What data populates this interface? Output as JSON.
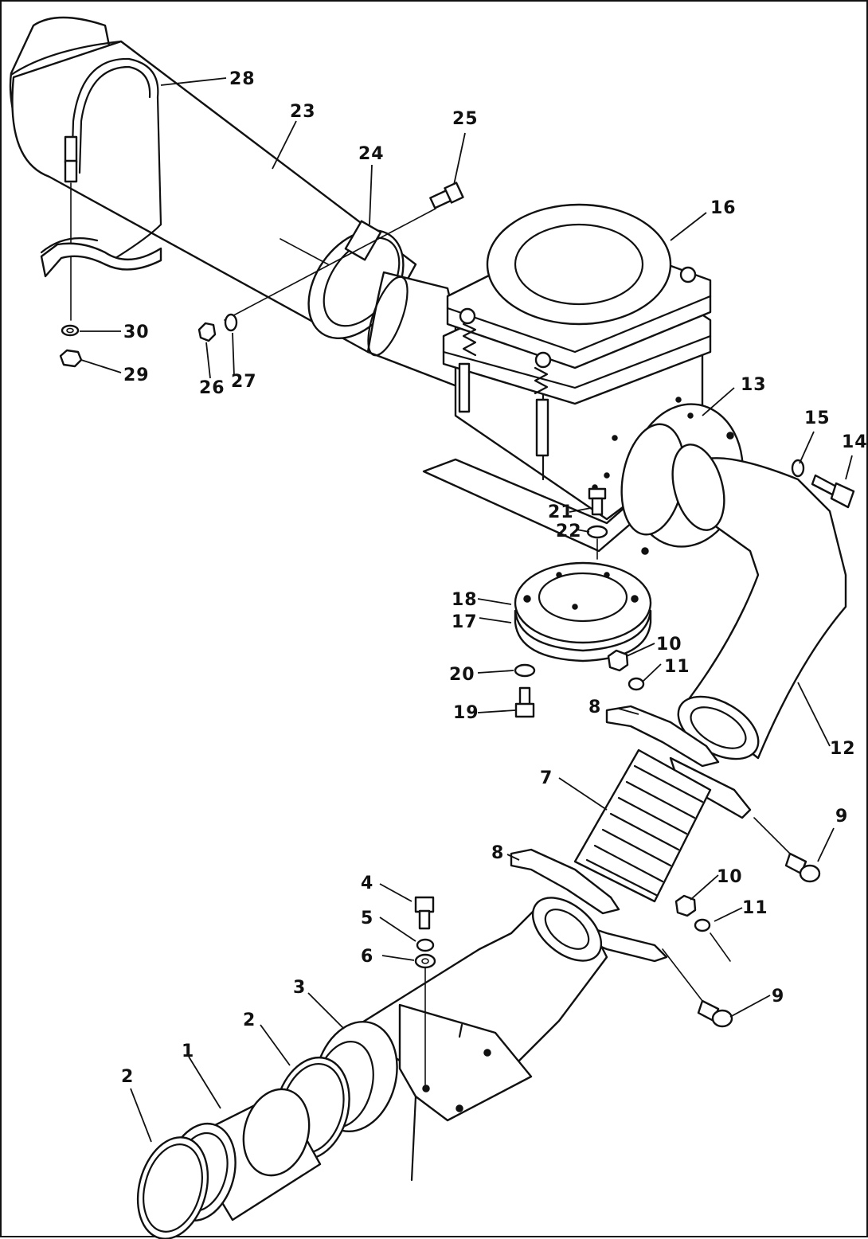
{
  "diagram": {
    "callouts": [
      {
        "id": "c1",
        "text": "1"
      },
      {
        "id": "c2a",
        "text": "2"
      },
      {
        "id": "c2b",
        "text": "2"
      },
      {
        "id": "c3",
        "text": "3"
      },
      {
        "id": "c4",
        "text": "4"
      },
      {
        "id": "c5",
        "text": "5"
      },
      {
        "id": "c6",
        "text": "6"
      },
      {
        "id": "c7",
        "text": "7"
      },
      {
        "id": "c8a",
        "text": "8"
      },
      {
        "id": "c8b",
        "text": "8"
      },
      {
        "id": "c9a",
        "text": "9"
      },
      {
        "id": "c9b",
        "text": "9"
      },
      {
        "id": "c10a",
        "text": "10"
      },
      {
        "id": "c10b",
        "text": "10"
      },
      {
        "id": "c11a",
        "text": "11"
      },
      {
        "id": "c11b",
        "text": "11"
      },
      {
        "id": "c12",
        "text": "12"
      },
      {
        "id": "c13",
        "text": "13"
      },
      {
        "id": "c14",
        "text": "14"
      },
      {
        "id": "c15",
        "text": "15"
      },
      {
        "id": "c16",
        "text": "16"
      },
      {
        "id": "c17",
        "text": "17"
      },
      {
        "id": "c18",
        "text": "18"
      },
      {
        "id": "c19",
        "text": "19"
      },
      {
        "id": "c20",
        "text": "20"
      },
      {
        "id": "c21",
        "text": "21"
      },
      {
        "id": "c22",
        "text": "22"
      },
      {
        "id": "c23",
        "text": "23"
      },
      {
        "id": "c24",
        "text": "24"
      },
      {
        "id": "c25",
        "text": "25"
      },
      {
        "id": "c26",
        "text": "26"
      },
      {
        "id": "c27",
        "text": "27"
      },
      {
        "id": "c28",
        "text": "28"
      },
      {
        "id": "c29",
        "text": "29"
      },
      {
        "id": "c30",
        "text": "30"
      }
    ]
  }
}
